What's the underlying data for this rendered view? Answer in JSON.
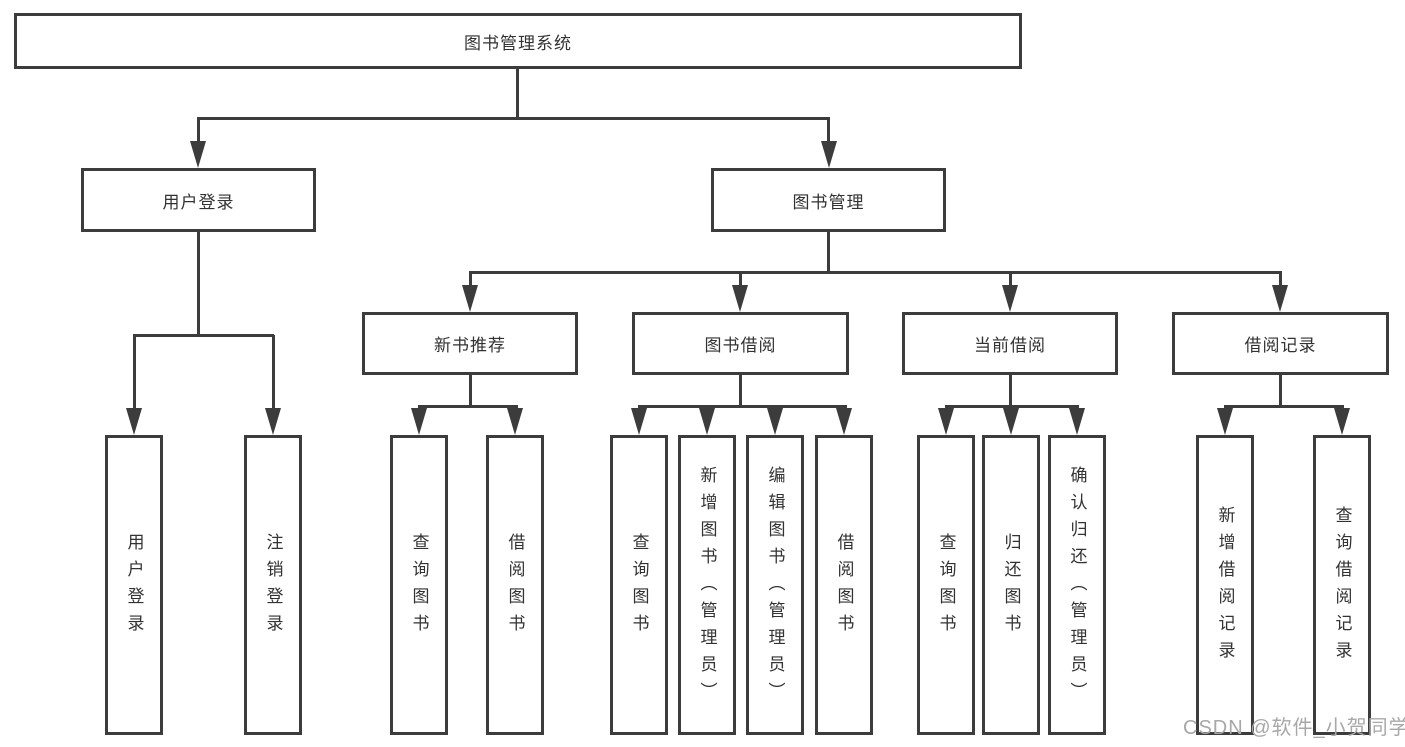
{
  "diagram": {
    "title": "图书管理系统",
    "watermark": "CSDN @软件_小贺同学",
    "colors": {
      "line": "#3c3c3c",
      "text": "#323232",
      "watermark": "#a8a8a8",
      "box_fill": "#ffffff"
    },
    "root": {
      "label": "图书管理系统"
    },
    "level2": [
      {
        "id": "user-login",
        "label": "用户登录",
        "children": [
          "用户登录",
          "注销登录"
        ]
      },
      {
        "id": "book-management",
        "label": "图书管理"
      }
    ],
    "level3": [
      {
        "id": "new-book-recommend",
        "label": "新书推荐",
        "children": [
          "查询图书",
          "借阅图书"
        ]
      },
      {
        "id": "book-borrowing",
        "label": "图书借阅",
        "children": [
          "查询图书",
          "新增图书（管理员）",
          "编辑图书（管理员）",
          "借阅图书"
        ]
      },
      {
        "id": "current-borrowing",
        "label": "当前借阅",
        "children": [
          "查询图书",
          "归还图书",
          "确认归还（管理员）"
        ]
      },
      {
        "id": "borrowing-records",
        "label": "借阅记录",
        "children": [
          "新增借阅记录",
          "查询借阅记录"
        ]
      }
    ]
  }
}
